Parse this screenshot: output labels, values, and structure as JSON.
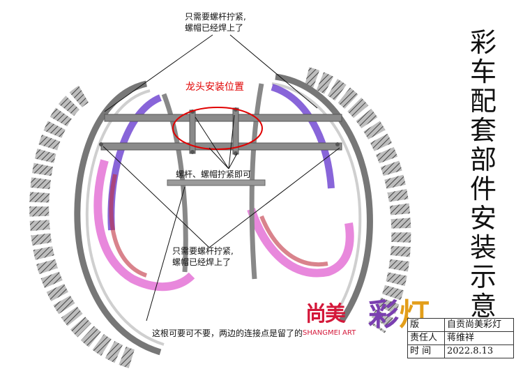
{
  "annotations": {
    "top": [
      "只需要螺杆拧紧,",
      "螺帽已经焊上了"
    ],
    "mount": "龙头安装位置",
    "bolts": "螺杆、螺帽拧紧即可",
    "lower": [
      "只需要螺杆拧紧,",
      "螺帽已经焊上了"
    ],
    "bottom": "这根可要可不要，两边的连接点是留了的"
  },
  "title": "彩车配套部件安装示意图",
  "logo": {
    "mark": "尚美",
    "sub": "SHANGMEI ART"
  },
  "brush_text": "彩灯",
  "info_table": [
    {
      "label": "版",
      "value": "自贡尚美彩灯"
    },
    {
      "label": "责任人",
      "value": "蒋维祥"
    },
    {
      "label": "时 间",
      "value": "2022.8.13"
    }
  ],
  "colors": {
    "ring": "#888888",
    "purple": "#6a3fd0",
    "pink": "#e060d0",
    "red": "#e00000"
  }
}
